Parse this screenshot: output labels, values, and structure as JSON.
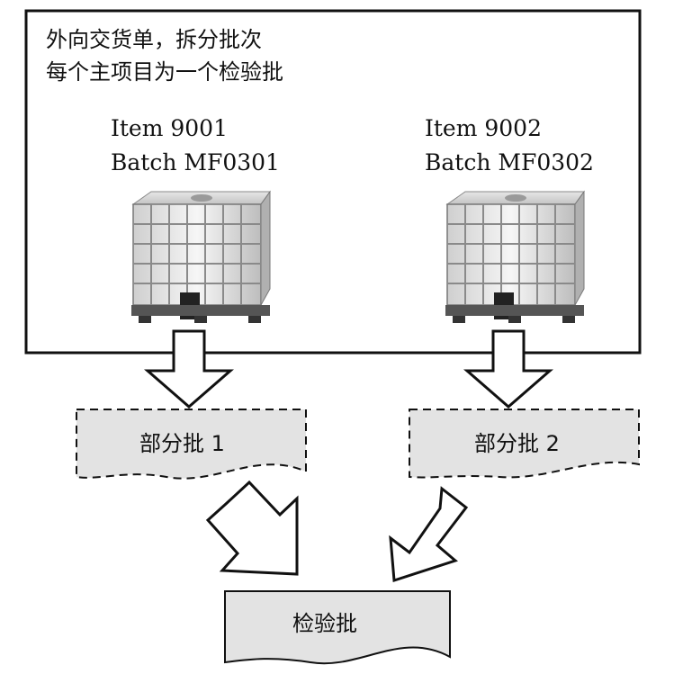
{
  "delivery": {
    "line1": "外向交货单，拆分批次",
    "line2": "每个主项目为一个检验批"
  },
  "items": [
    {
      "item": "Item 9001",
      "batch": "Batch MF0301",
      "container_icon": "ibc-tote-icon"
    },
    {
      "item": "Item 9002",
      "batch": "Batch MF0302",
      "container_icon": "ibc-tote-icon"
    }
  ],
  "partial_lots": [
    {
      "label": "部分批 1"
    },
    {
      "label": "部分批 2"
    }
  ],
  "inspection_lot": {
    "label": "检验批"
  },
  "colors": {
    "shape_fill": "#e3e3e3",
    "stroke": "#111111",
    "background": "#ffffff"
  }
}
